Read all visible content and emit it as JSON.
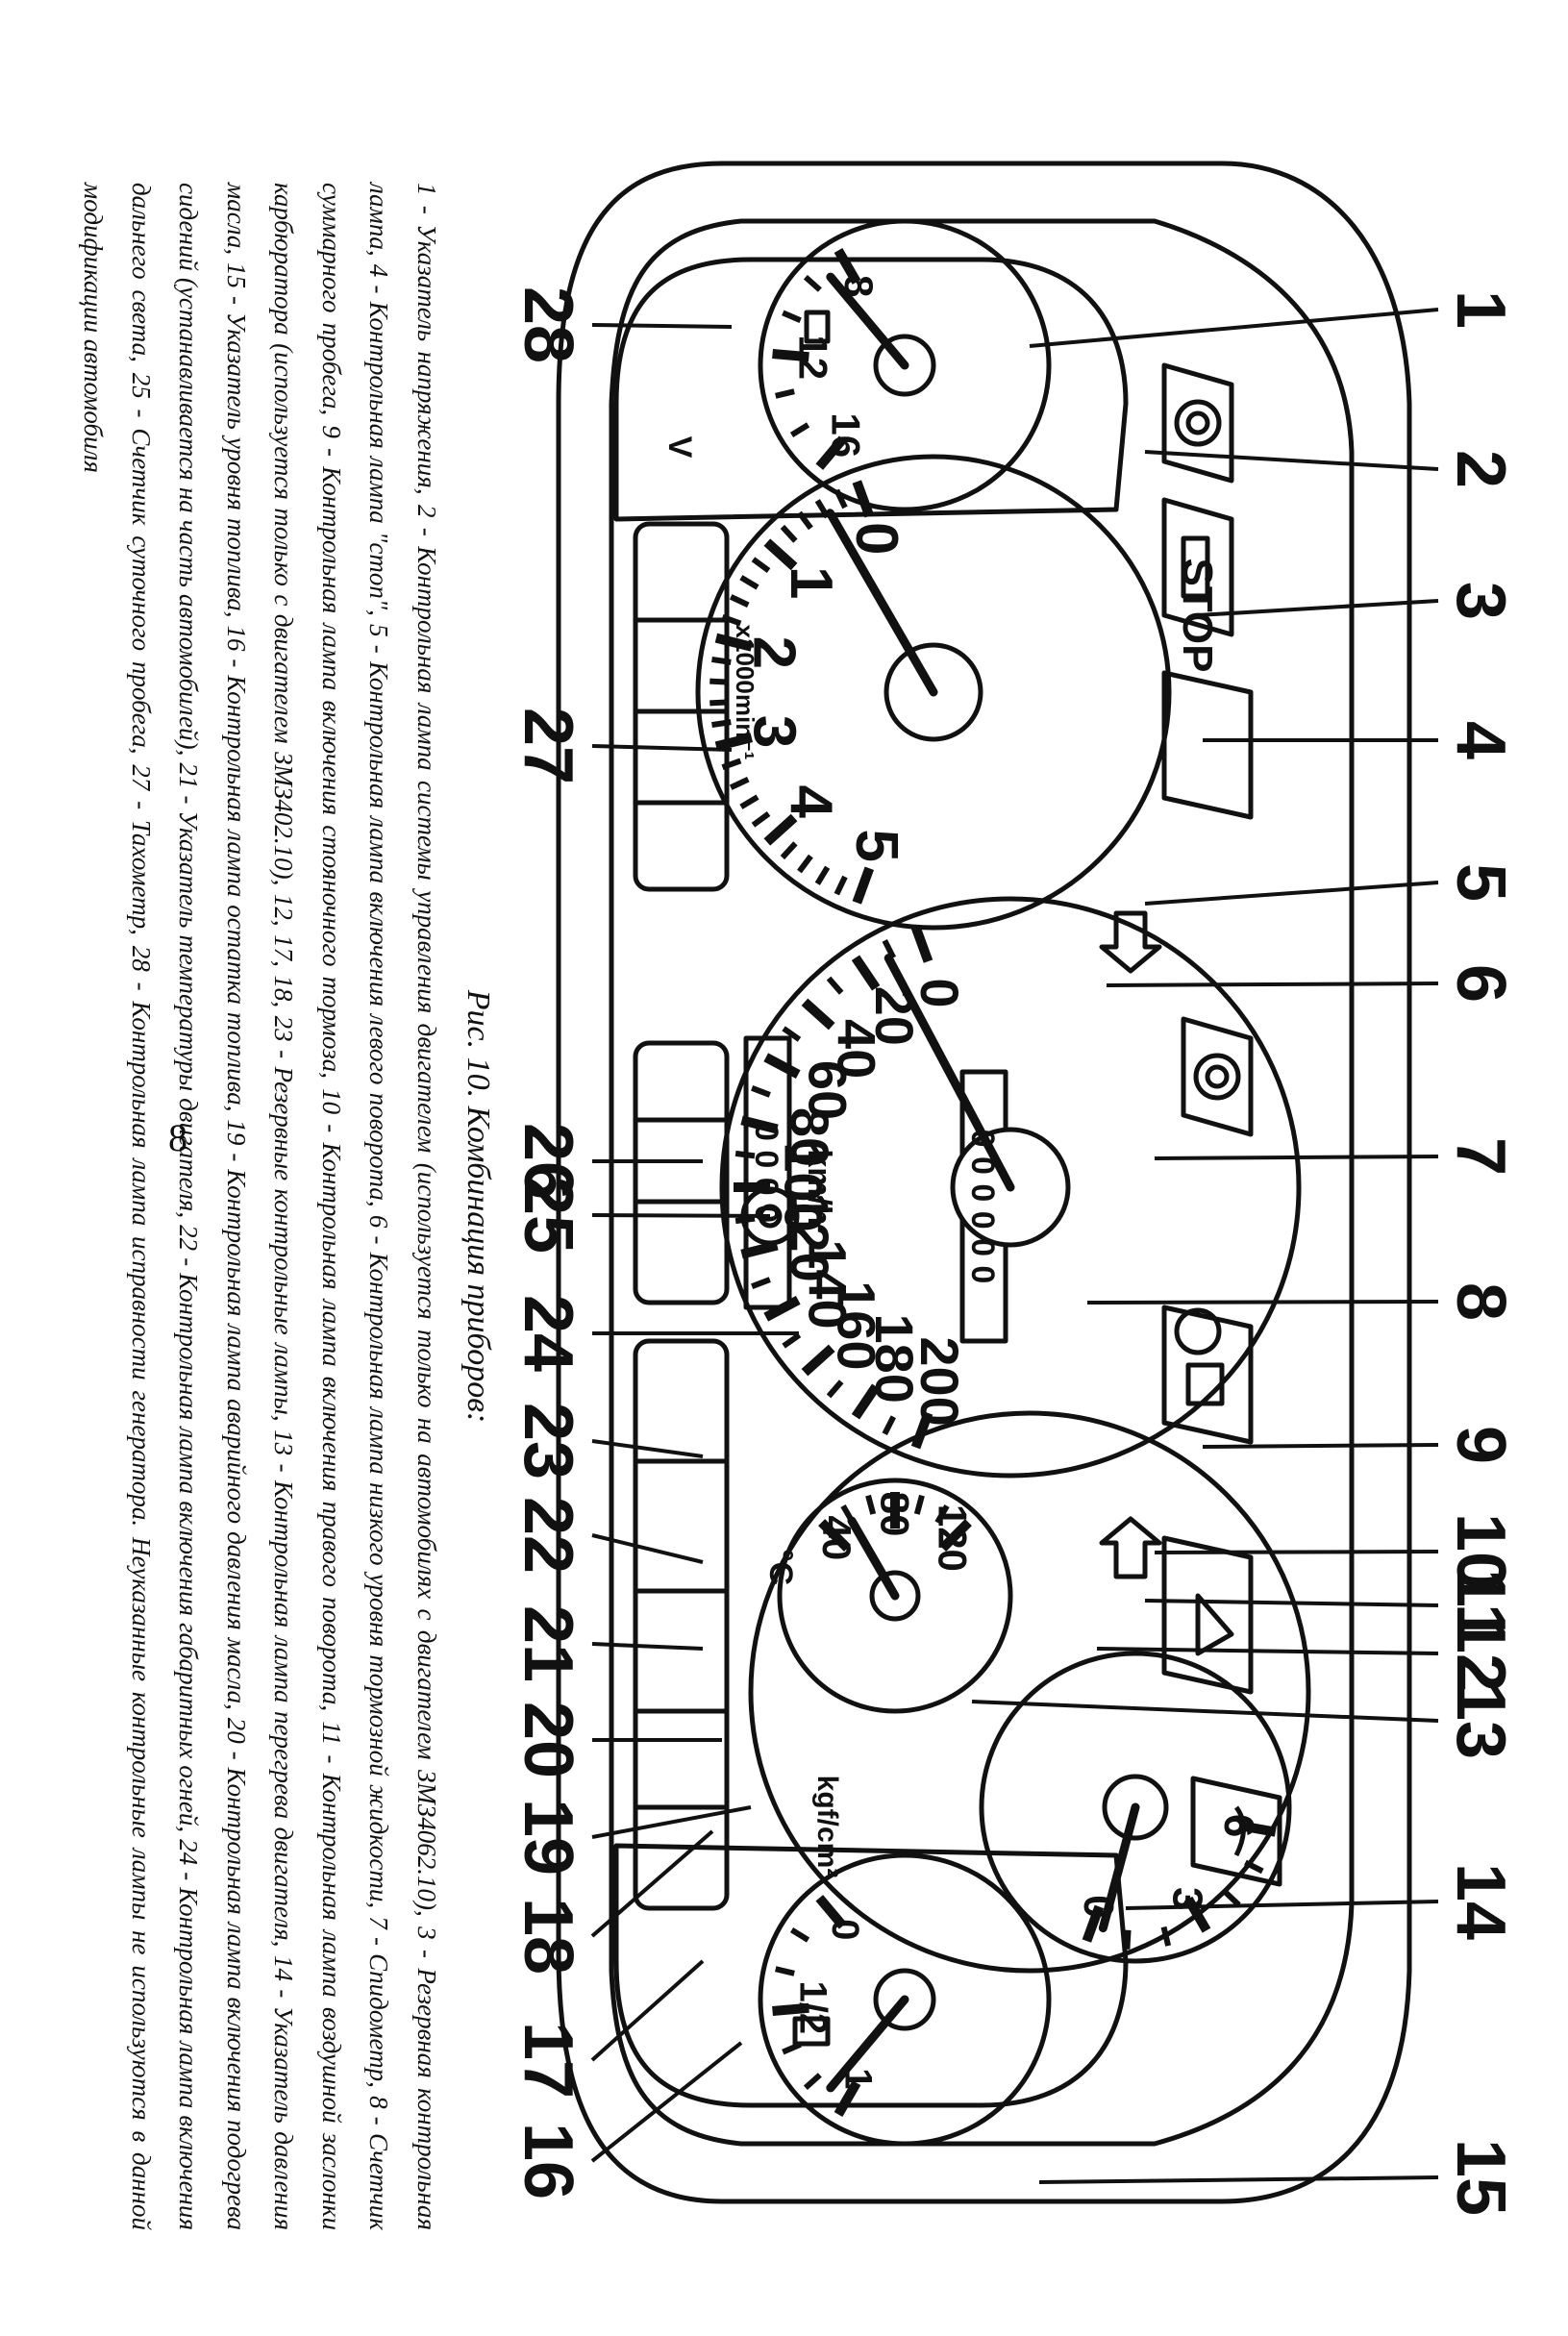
{
  "page_number": "8",
  "callouts": [
    "1",
    "2",
    "3",
    "4",
    "5",
    "6",
    "7",
    "8",
    "9",
    "10",
    "11",
    "12",
    "13",
    "14",
    "15",
    "16",
    "17",
    "18",
    "19",
    "20",
    "21",
    "22",
    "23",
    "24",
    "25",
    "26",
    "27",
    "28"
  ],
  "tachometer": {
    "numbers": [
      "0",
      "1",
      "2",
      "3",
      "4",
      "5"
    ],
    "unit": "x1000min⁻¹"
  },
  "speedometer": {
    "numbers": [
      "0",
      "20",
      "40",
      "60",
      "80",
      "100",
      "120",
      "140",
      "160",
      "180",
      "200"
    ],
    "unit": "km/h",
    "odometer": "0 0 0 0 0 0",
    "trip": "0 0 0 0"
  },
  "temperature_gauge": {
    "numbers": [
      "40",
      "80",
      "120"
    ],
    "unit": "°C"
  },
  "oil_pressure_gauge": {
    "numbers": [
      "0",
      "3",
      "6"
    ],
    "unit": "kgf/cm²"
  },
  "voltmeter": {
    "numbers": [
      "8",
      "12",
      "16"
    ],
    "unit": "V"
  },
  "fuel_gauge": {
    "numbers": [
      "0",
      "1/2",
      "1"
    ]
  },
  "stop_label": "STOP",
  "caption": {
    "title": "Рис. 10. Комбинация приборов:",
    "text": "1 - Указатель напряжения, 2 - Контрольная лампа системы управления двигателем (используется только на автомобилях с двигателем ЗМЗ4062.10), 3 - Резервная контрольная лампа, 4 - Контрольная лампа \"стоп\", 5 - Контрольная лампа включения левого поворота, 6 - Контрольная лампа низкого уровня тормозной жидкости, 7 - Спидометр, 8 - Счетчик суммарного пробега, 9 - Контрольная лампа включения стояночного тормоза, 10 - Контрольная лампа включения правого поворота, 11 - Контрольная лампа воздушной заслонки карбюратора (используется только с двигателем ЗМЗ402.10), 12, 17, 18, 23 - Резервные контрольные лампы, 13 - Контрольная лампа перегрева двигателя, 14 - Указатель давления масла, 15 - Указатель уровня топлива, 16 - Контрольная лампа остатка топлива, 19 - Контрольная лампа аварийного давления масла, 20 - Контрольная лампа включения подогрева сидений (устанавливается на часть автомобилей), 21 - Указатель температуры двигателя, 22 - Контрольная лампа включения габаритных огней, 24 - Контрольная лампа включения дальнего света, 25 - Счетчик суточного пробега, 27 - Тахометр, 28 - Контрольная лампа исправности генератора. Неуказанные контрольные лампы не используются в данной модификации автомобиля"
  }
}
